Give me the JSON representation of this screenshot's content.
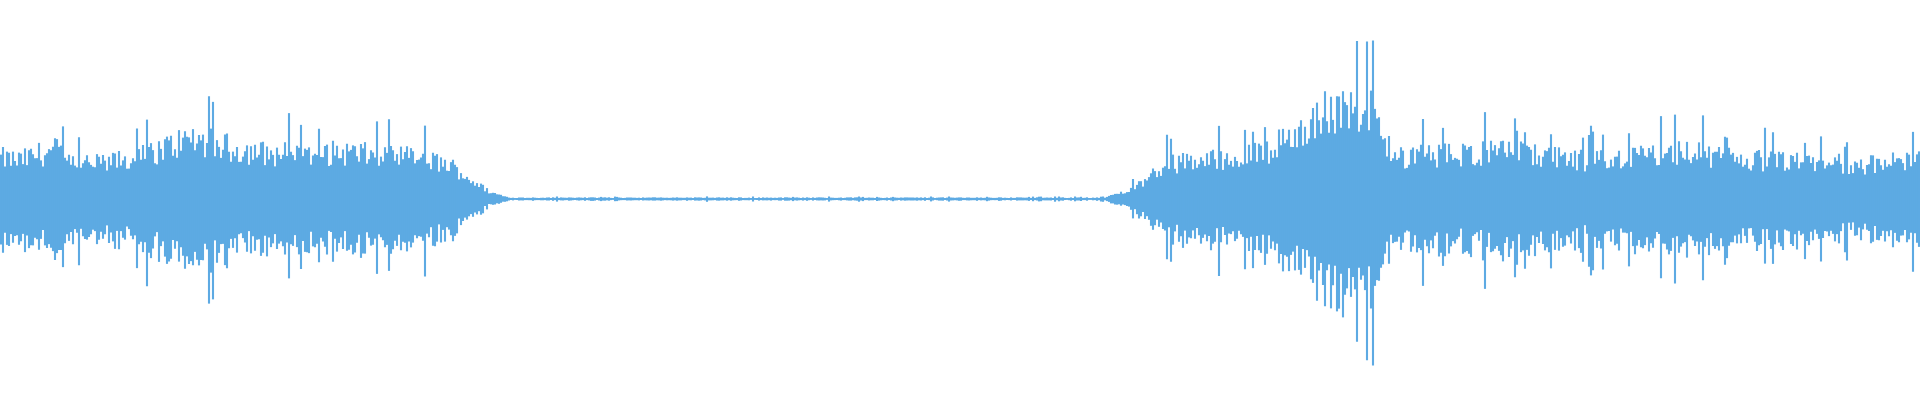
{
  "waveform": {
    "color": "#5DAAE3",
    "background": "#ffffff",
    "sample_count": 960,
    "envelope": [
      [
        0.0,
        0.3
      ],
      [
        0.01,
        0.28
      ],
      [
        0.02,
        0.33
      ],
      [
        0.03,
        0.36
      ],
      [
        0.035,
        0.26
      ],
      [
        0.05,
        0.26
      ],
      [
        0.07,
        0.29
      ],
      [
        0.09,
        0.4
      ],
      [
        0.1,
        0.44
      ],
      [
        0.12,
        0.37
      ],
      [
        0.14,
        0.33
      ],
      [
        0.16,
        0.33
      ],
      [
        0.18,
        0.34
      ],
      [
        0.2,
        0.31
      ],
      [
        0.22,
        0.3
      ],
      [
        0.235,
        0.24
      ],
      [
        0.245,
        0.14
      ],
      [
        0.255,
        0.05
      ],
      [
        0.265,
        0.01
      ],
      [
        0.575,
        0.01
      ],
      [
        0.585,
        0.05
      ],
      [
        0.595,
        0.12
      ],
      [
        0.605,
        0.24
      ],
      [
        0.62,
        0.28
      ],
      [
        0.64,
        0.3
      ],
      [
        0.66,
        0.35
      ],
      [
        0.675,
        0.48
      ],
      [
        0.69,
        0.62
      ],
      [
        0.705,
        0.68
      ],
      [
        0.715,
        0.66
      ],
      [
        0.72,
        0.4
      ],
      [
        0.73,
        0.3
      ],
      [
        0.76,
        0.33
      ],
      [
        0.79,
        0.34
      ],
      [
        0.82,
        0.28
      ],
      [
        0.85,
        0.31
      ],
      [
        0.88,
        0.34
      ],
      [
        0.9,
        0.3
      ],
      [
        0.93,
        0.27
      ],
      [
        0.96,
        0.26
      ],
      [
        0.98,
        0.25
      ],
      [
        1.0,
        0.3
      ]
    ]
  }
}
